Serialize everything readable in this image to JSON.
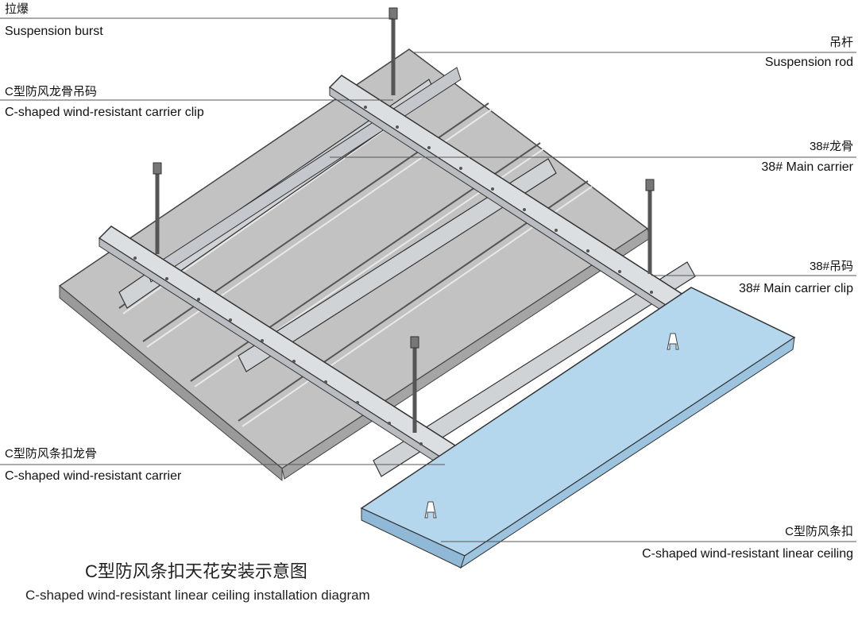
{
  "labels": {
    "suspension_burst": {
      "zh": "拉爆",
      "en": "Suspension burst"
    },
    "suspension_rod": {
      "zh": "吊杆",
      "en": "Suspension rod"
    },
    "carrier_clip": {
      "zh": "C型防风龙骨吊码",
      "en": "C-shaped wind-resistant carrier clip"
    },
    "main_carrier": {
      "zh": "38#龙骨",
      "en": "38# Main carrier"
    },
    "main_carrier_clip": {
      "zh": "38#吊码",
      "en": "38# Main carrier clip"
    },
    "carrier": {
      "zh": "C型防风条扣龙骨",
      "en": "C-shaped wind-resistant carrier"
    },
    "linear_ceiling": {
      "zh": "C型防风条扣",
      "en": "C-shaped wind-resistant linear ceiling"
    }
  },
  "caption": {
    "zh": "C型防风条扣天花安装示意图",
    "en": "C-shaped wind-resistant linear ceiling installation diagram"
  },
  "colors": {
    "panel_gray": "#bdbdbd",
    "panel_blue": "#a9cfe9",
    "steel": "#d6d9dc",
    "outline": "#333333"
  }
}
